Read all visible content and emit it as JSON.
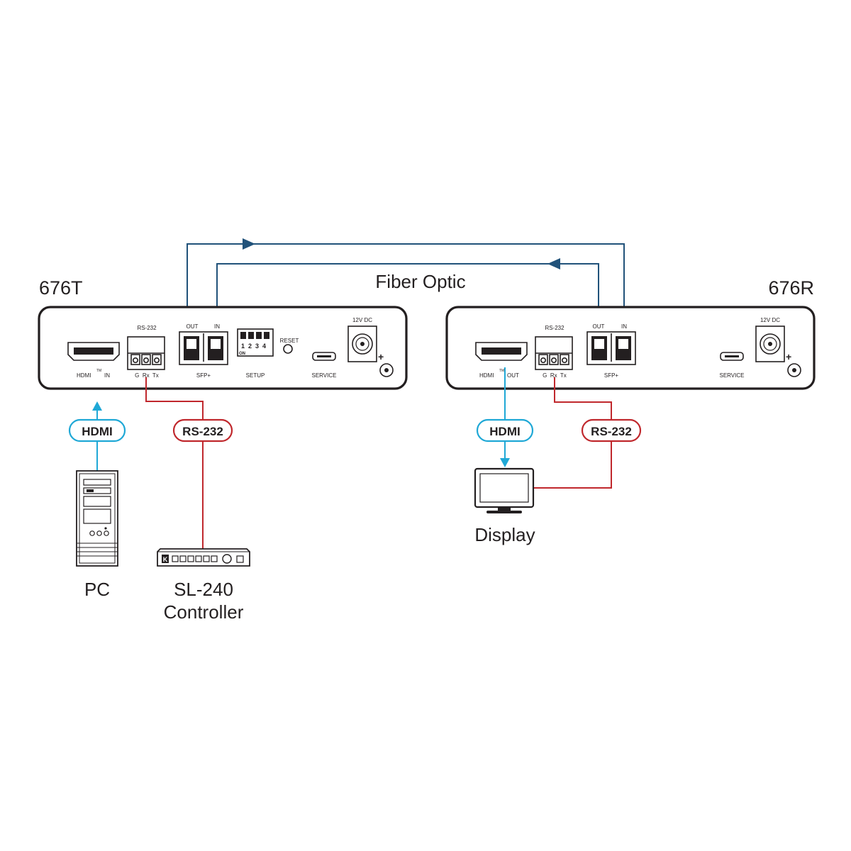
{
  "colors": {
    "fiber": "#21527a",
    "hdmi": "#1fa8d6",
    "rs232": "#c0282d",
    "outline": "#231f20"
  },
  "fiber_label": "Fiber Optic",
  "transmitter": {
    "title": "676T",
    "rs232_label": "RS-232",
    "hdmi_port_label": "HDMI",
    "tm_mark": "TM",
    "hdmi_dir": "IN",
    "terminal_label": "G  Rx  Tx",
    "sfp_out": "OUT",
    "sfp_in": "IN",
    "sfp_label": "SFP+",
    "setup_label": "SETUP",
    "dip_numbers": "1  2  3  4",
    "dip_on": "ON",
    "reset_label": "RESET",
    "service_label": "SERVICE",
    "power_label": "12V DC",
    "power_plus": "+"
  },
  "receiver": {
    "title": "676R",
    "rs232_label": "RS-232",
    "hdmi_port_label": "HDMI",
    "tm_mark": "TM",
    "hdmi_dir": "OUT",
    "terminal_label": "G  Rx  Tx",
    "sfp_out": "OUT",
    "sfp_in": "IN",
    "sfp_label": "SFP+",
    "service_label": "SERVICE",
    "power_label": "12V DC",
    "power_plus": "+"
  },
  "cables": {
    "tx_hdmi": "HDMI",
    "tx_rs232": "RS-232",
    "rx_hdmi": "HDMI",
    "rx_rs232": "RS-232"
  },
  "endpoints": {
    "pc": "PC",
    "controller_line1": "SL-240",
    "controller_line2": "Controller",
    "display": "Display",
    "controller_logo": "K"
  }
}
